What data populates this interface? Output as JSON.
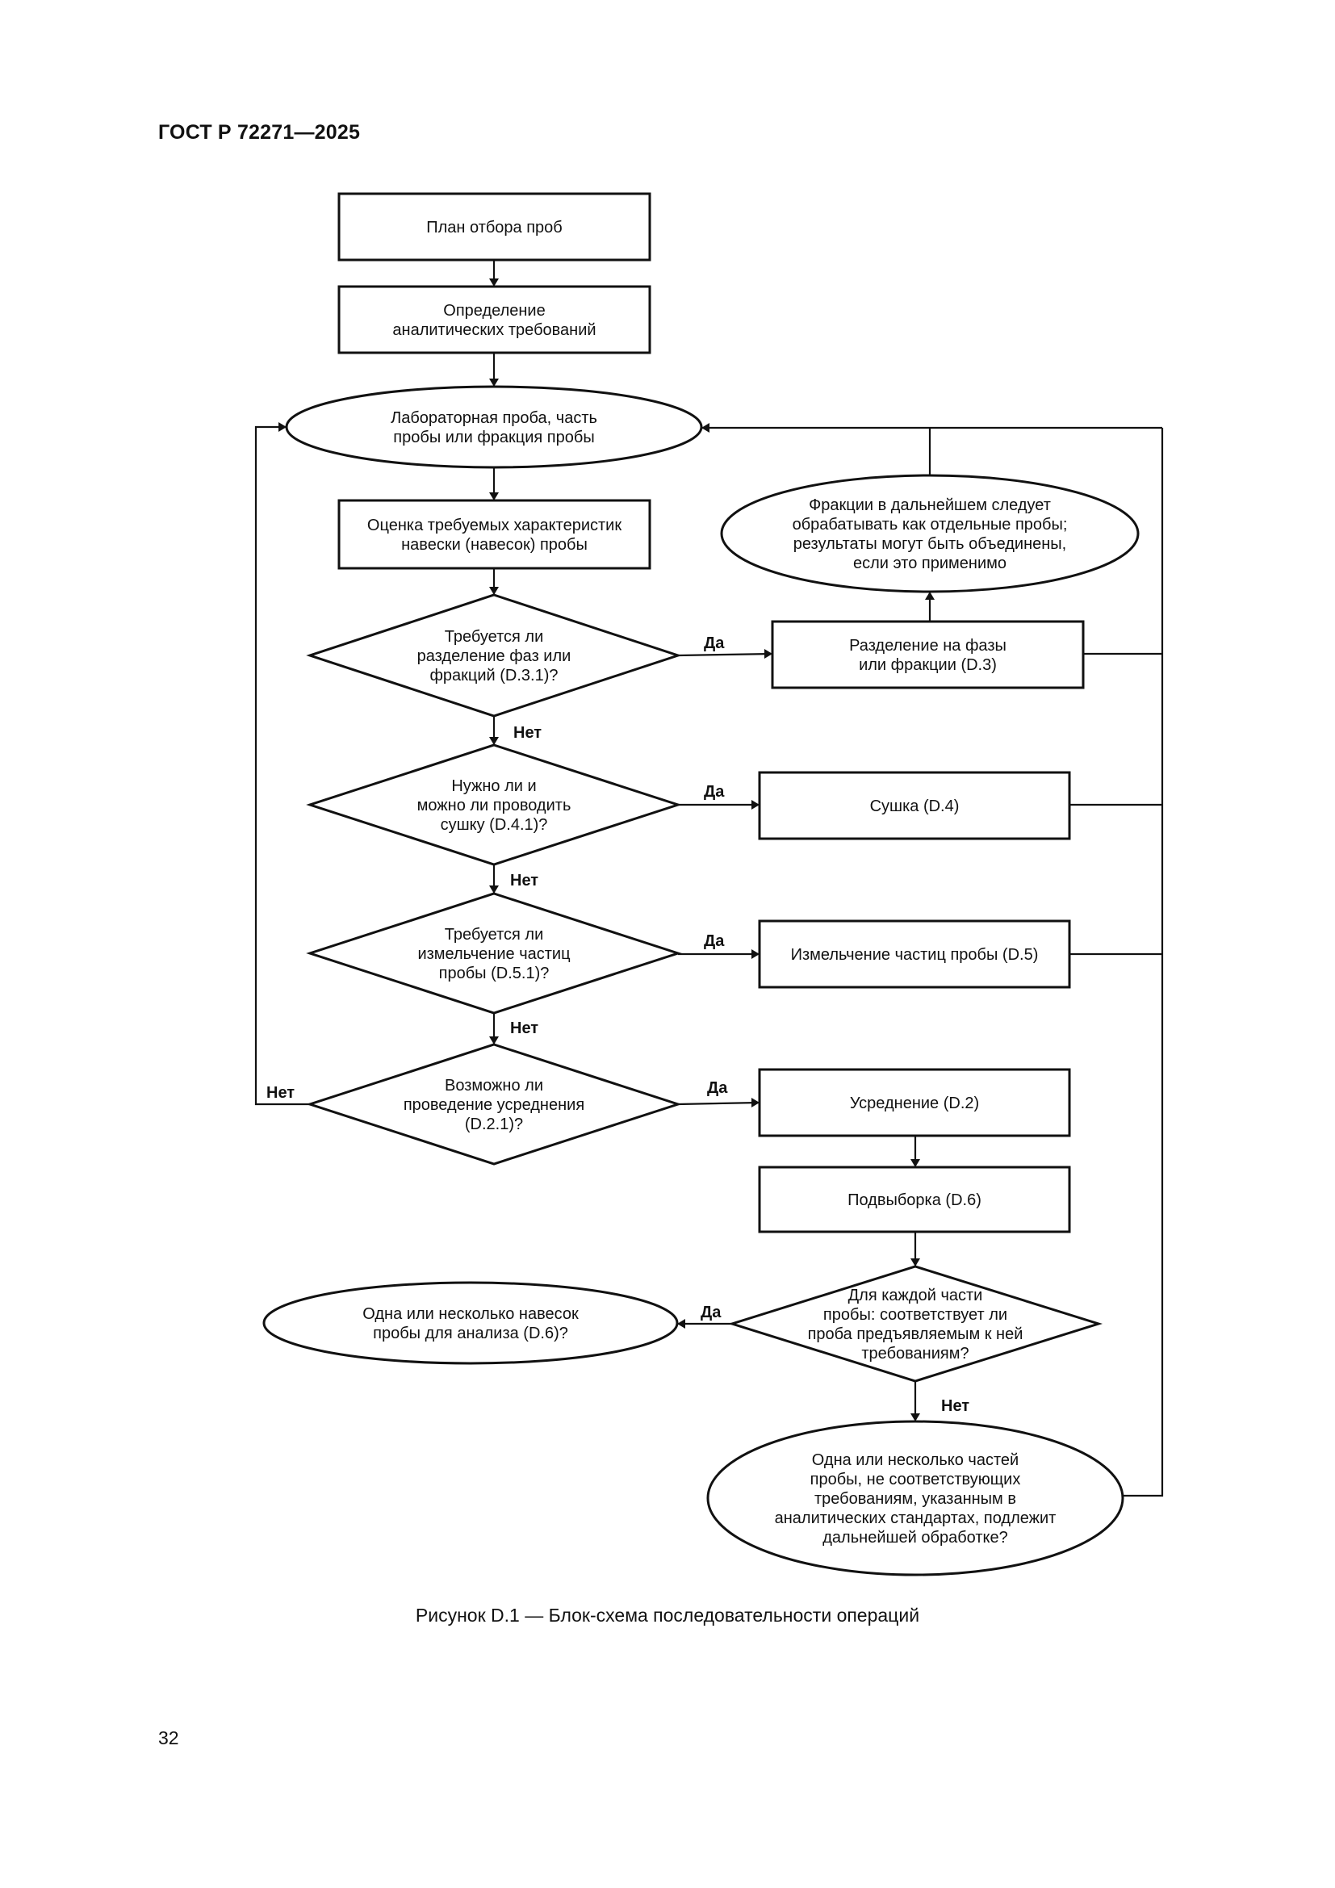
{
  "document": {
    "header": "ГОСТ Р 72271—2025",
    "caption": "Рисунок D.1 — Блок-схема последовательности операций",
    "page_number": "32"
  },
  "flowchart": {
    "nodes": {
      "plan": [
        "План отбора проб"
      ],
      "analytic": [
        "Определение",
        "аналитических требований"
      ],
      "lab": [
        "Лабораторная проба, часть",
        "пробы или фракция пробы"
      ],
      "eval": [
        "Оценка требуемых характеристик",
        "навески (навесок) пробы"
      ],
      "q_sep": [
        "Требуется ли",
        "разделение фаз или",
        "фракций (D.3.1)?"
      ],
      "sep": [
        "Разделение на фазы",
        "или фракции (D.3)"
      ],
      "frac": [
        "Фракции в дальнейшем следует",
        "обрабатывать как отдельные пробы;",
        "результаты могут быть объединены,",
        "если это применимо"
      ],
      "q_dry": [
        "Нужно ли и",
        "можно ли проводить",
        "сушку (D.4.1)?"
      ],
      "dry": [
        "Сушка (D.4)"
      ],
      "q_grind": [
        "Требуется ли",
        "измельчение частиц",
        "пробы (D.5.1)?"
      ],
      "grind": [
        "Измельчение частиц пробы (D.5)"
      ],
      "q_avg": [
        "Возможно ли",
        "проведение усреднения",
        "(D.2.1)?"
      ],
      "avg": [
        "Усреднение (D.2)"
      ],
      "sub": [
        "Подвыборка (D.6)"
      ],
      "q_part": [
        "Для каждой части",
        "пробы: соответствует ли",
        "проба предъявляемым к ней",
        "требованиям?"
      ],
      "result": [
        "Одна или несколько навесок",
        "пробы для анализа (D.6)?"
      ],
      "further": [
        "Одна или несколько частей",
        "пробы, не соответствующих",
        "требованиям, указанным в",
        "аналитических стандартах, подлежит",
        "дальнейшей обработке?"
      ]
    },
    "labels": {
      "yes": "Да",
      "no": "Нет"
    }
  }
}
